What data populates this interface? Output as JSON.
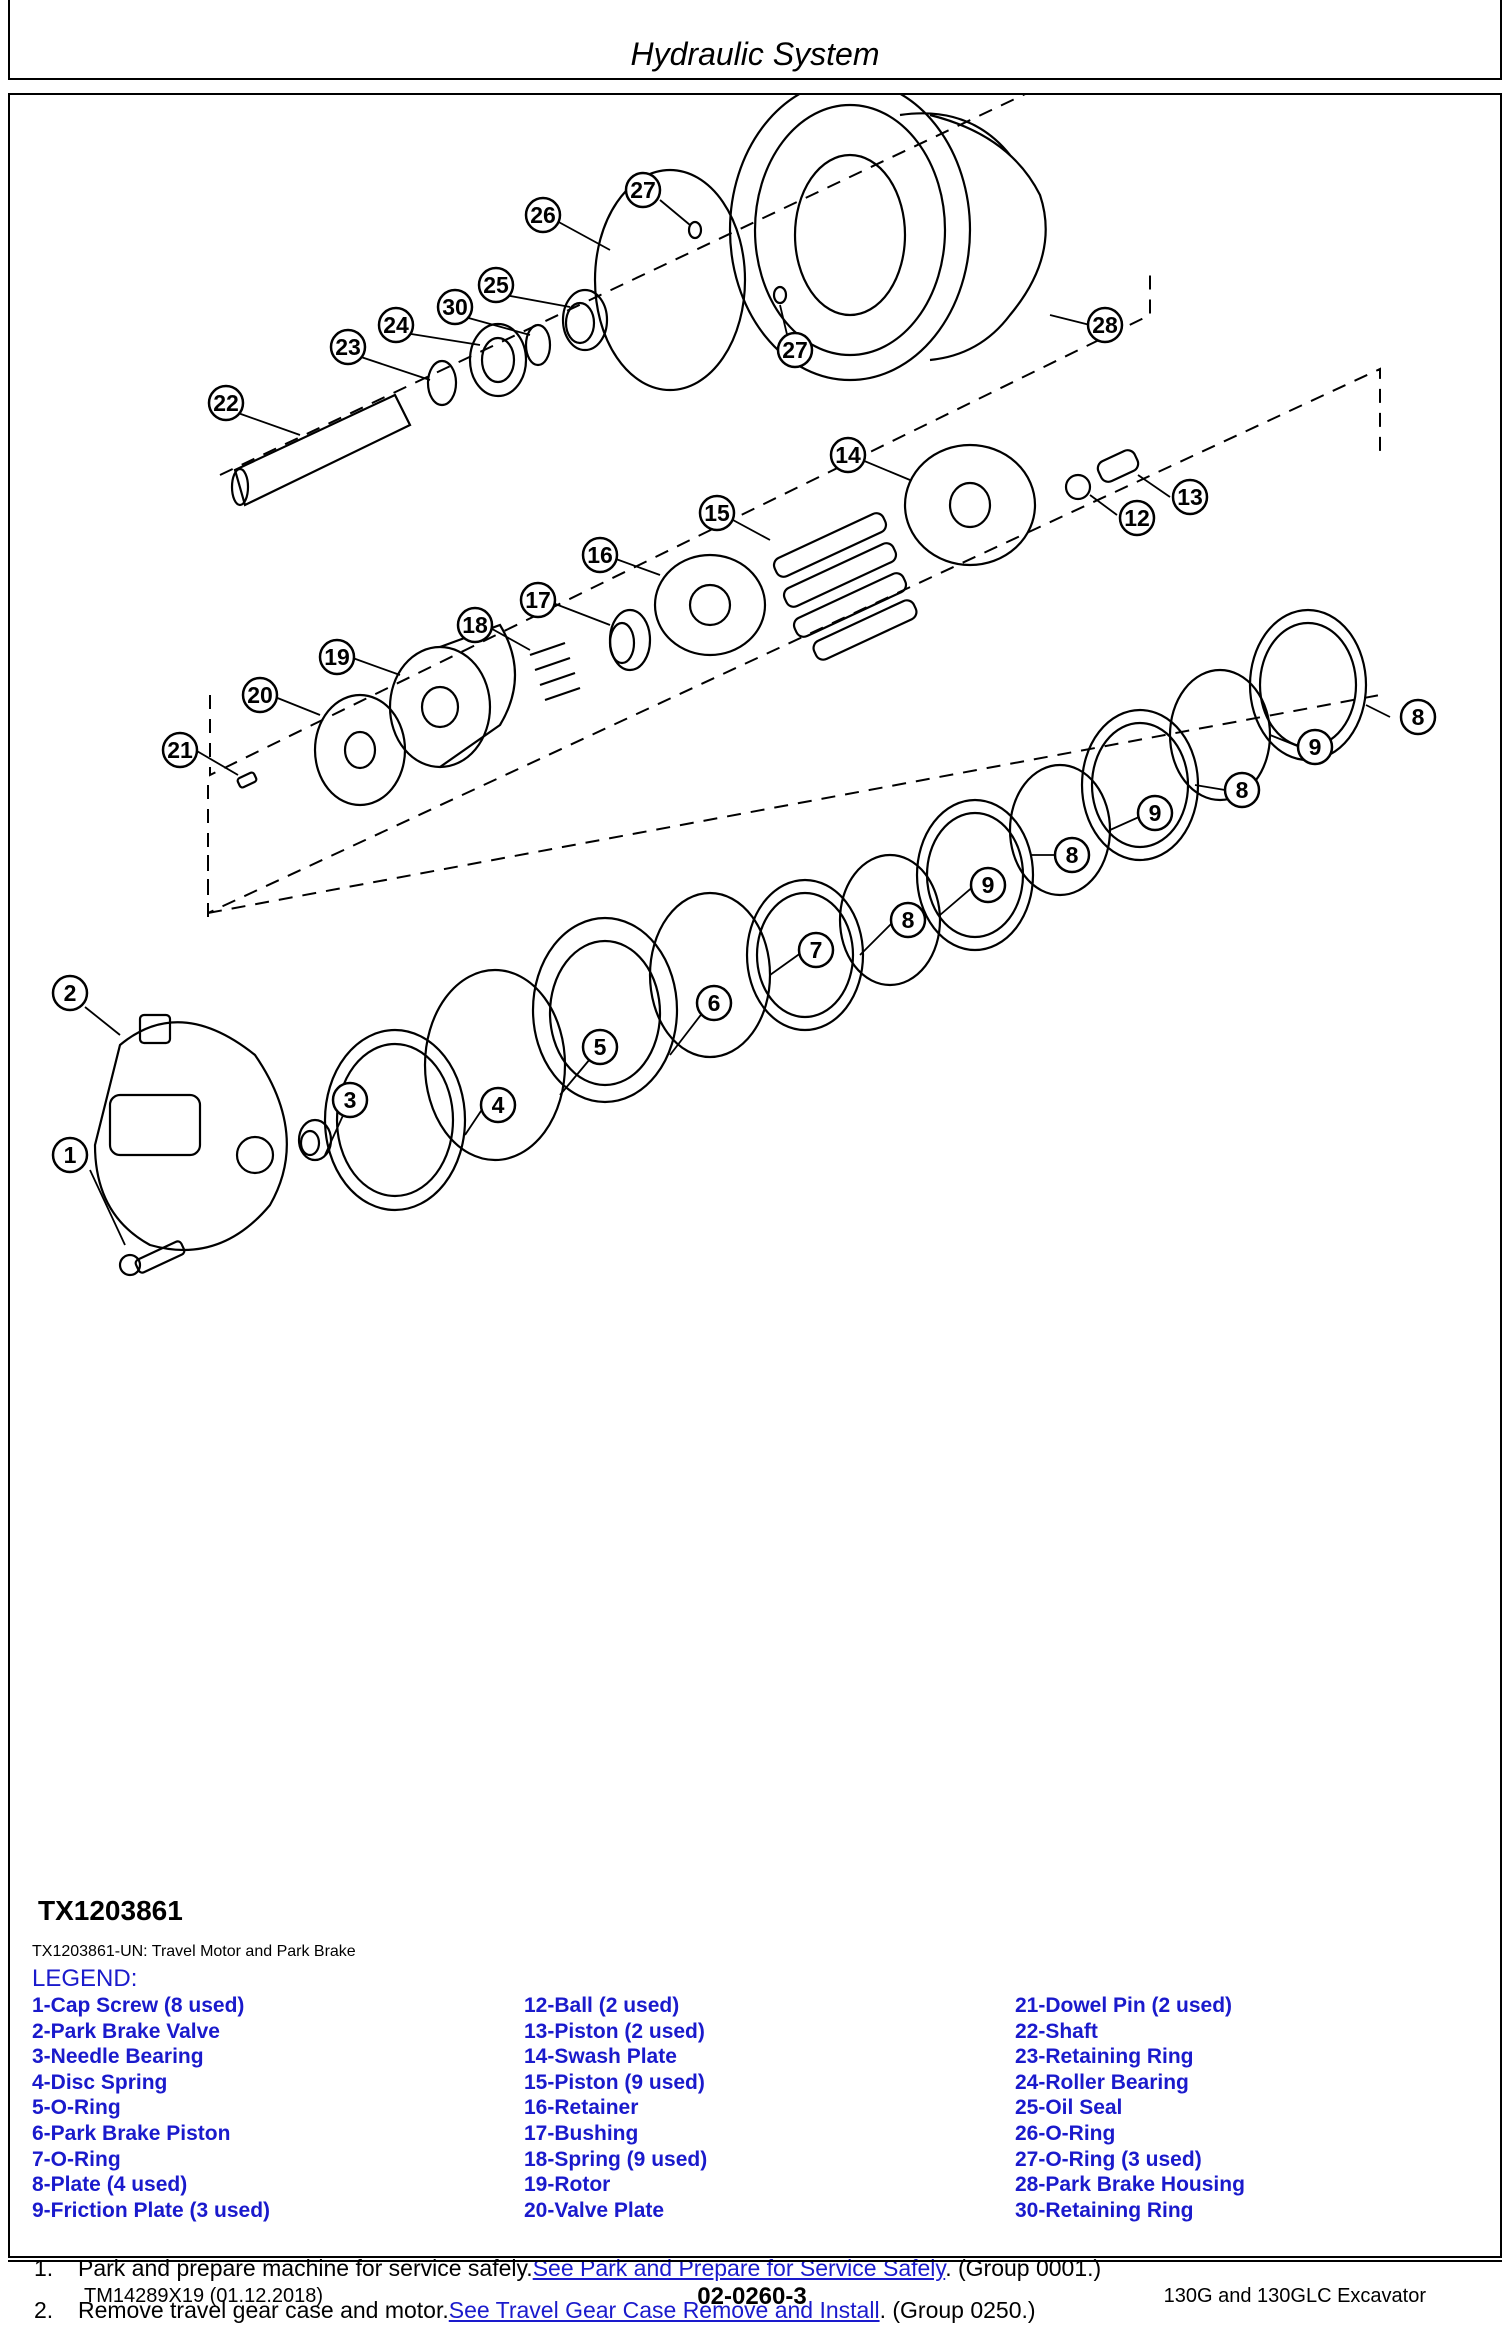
{
  "header": {
    "title": "Hydraulic System"
  },
  "figure": {
    "id": "TX1203861",
    "caption": "TX1203861-UN: Travel Motor and Park Brake",
    "callouts": [
      "1",
      "2",
      "3",
      "4",
      "5",
      "6",
      "7",
      "8",
      "8",
      "8",
      "8",
      "9",
      "9",
      "9",
      "12",
      "13",
      "14",
      "15",
      "16",
      "17",
      "18",
      "19",
      "20",
      "21",
      "22",
      "23",
      "24",
      "25",
      "26",
      "27",
      "27",
      "28",
      "30"
    ]
  },
  "legend": {
    "title": "LEGEND:",
    "col1": [
      "1-Cap Screw (8 used)",
      "2-Park Brake Valve",
      "3-Needle Bearing",
      "4-Disc Spring",
      "5-O-Ring",
      "6-Park Brake Piston",
      "7-O-Ring",
      "8-Plate (4 used)",
      "9-Friction Plate (3 used)"
    ],
    "col2": [
      "12-Ball (2 used)",
      "13-Piston (2 used)",
      "14-Swash Plate",
      "15-Piston (9 used)",
      "16-Retainer",
      "17-Bushing",
      "18-Spring (9 used)",
      "19-Rotor",
      "20-Valve Plate"
    ],
    "col3": [
      "21-Dowel Pin (2 used)",
      "22-Shaft",
      "23-Retaining Ring",
      "24-Roller Bearing",
      "25-Oil Seal",
      "26-O-Ring",
      "27-O-Ring (3 used)",
      "28-Park Brake Housing",
      "30-Retaining Ring"
    ]
  },
  "steps": [
    {
      "num": "1.",
      "text": "Park and prepare machine for service safely.",
      "link": "See Park and Prepare for Service Safely",
      "suffix": ". (Group 0001.)"
    },
    {
      "num": "2.",
      "text": "Remove travel gear case and motor.",
      "link": "See Travel Gear Case Remove and Install",
      "suffix": ". (Group 0250.)"
    }
  ],
  "footer": {
    "left": "TM14289X19 (01.12.2018)",
    "center": "02-0260-3",
    "right": "130G and 130GLC Excavator"
  }
}
